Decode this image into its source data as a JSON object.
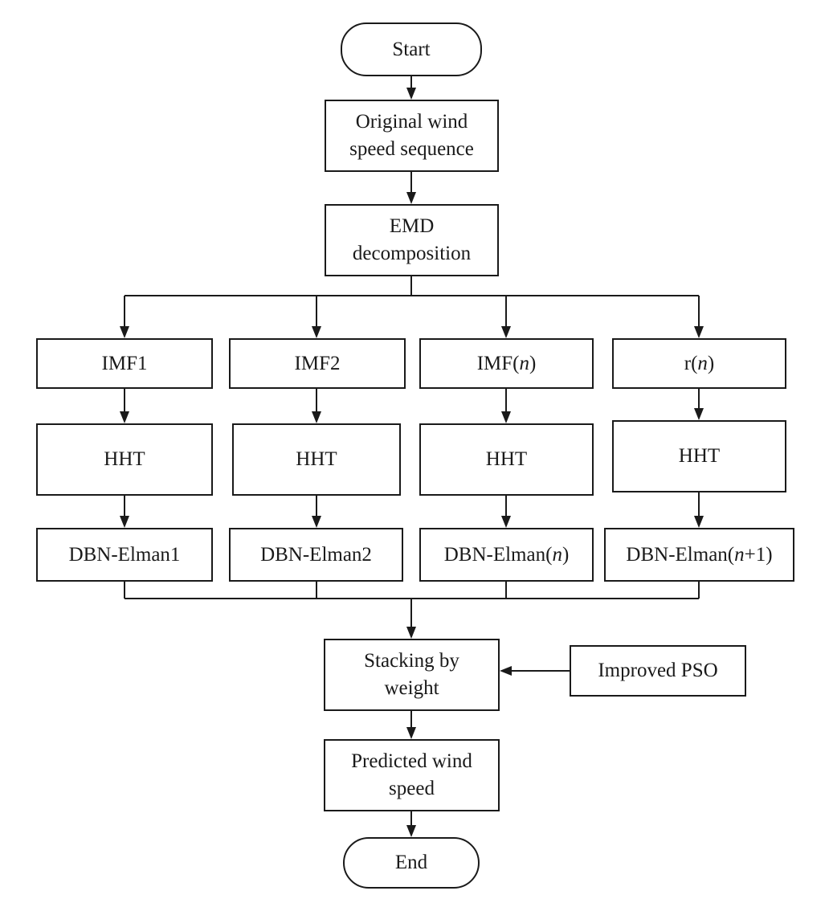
{
  "flowchart": {
    "start": "Start",
    "original": "Original wind\nspeed sequence",
    "emd": "EMD\ndecomposition",
    "branches": [
      {
        "component": "IMF1",
        "transform": "HHT",
        "model": "DBN-Elman1"
      },
      {
        "component": "IMF2",
        "transform": "HHT",
        "model": "DBN-Elman2"
      },
      {
        "component": {
          "text": "IMF(",
          "var": "n",
          "tail": ")"
        },
        "transform": "HHT",
        "model": {
          "text": "DBN-Elman(",
          "var": "n",
          "tail": ")"
        }
      },
      {
        "component": {
          "text": "r(",
          "var": "n",
          "tail": ")"
        },
        "transform": "HHT",
        "model": {
          "text": "DBN-Elman(",
          "var": "n",
          "tail": "+1)"
        }
      }
    ],
    "stacking": "Stacking by\nweight",
    "pso": "Improved PSO",
    "predicted": "Predicted wind\nspeed",
    "end": "End"
  }
}
